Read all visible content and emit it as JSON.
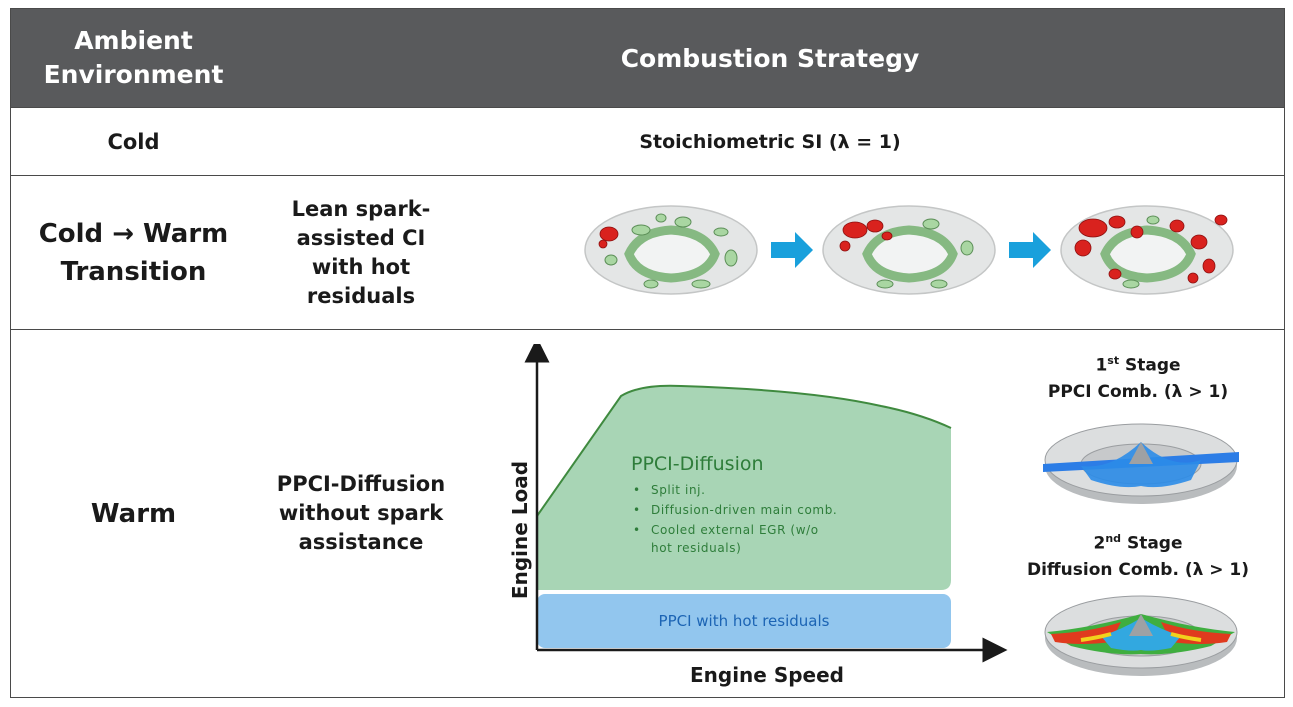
{
  "header": {
    "env_line1": "Ambient",
    "env_line2": "Environment",
    "strategy": "Combustion Strategy"
  },
  "rows": [
    {
      "env": "Cold",
      "strategy": "Stoichiometric SI (λ = 1)"
    },
    {
      "env_line1": "Cold → Warm",
      "env_line2": "Transition",
      "strategy_lines": [
        "Lean spark-",
        "assisted CI",
        "with hot",
        "residuals"
      ]
    },
    {
      "env": "Warm",
      "strategy_lines": [
        "PPCI-Diffusion",
        "without spark",
        "assistance"
      ]
    }
  ],
  "chart": {
    "ylabel": "Engine Load",
    "xlabel": "Engine Speed",
    "ppci_diffusion_title": "PPCI-Diffusion",
    "bullets": [
      "Split inj.",
      "Diffusion-driven main comb.",
      "Cooled external EGR (w/o",
      "hot residuals)"
    ],
    "ppci_band": "PPCI with hot residuals",
    "colors": {
      "green_fill": "#a8d5b5",
      "green_line": "#3f8a3f",
      "blue_fill": "#92c6ee",
      "blue_text": "#1c64b4",
      "green_text": "#2e7d3a"
    }
  },
  "stages": {
    "stage1_num": "1",
    "stage1_sup": "st",
    "stage1_word": " Stage",
    "stage1_desc": "PPCI Comb. (λ > 1)",
    "stage2_num": "2",
    "stage2_sup": "nd",
    "stage2_word": "  Stage",
    "stage2_desc": "Diffusion Comb. (λ  > 1)"
  },
  "arrow_color": "#19a0dc"
}
